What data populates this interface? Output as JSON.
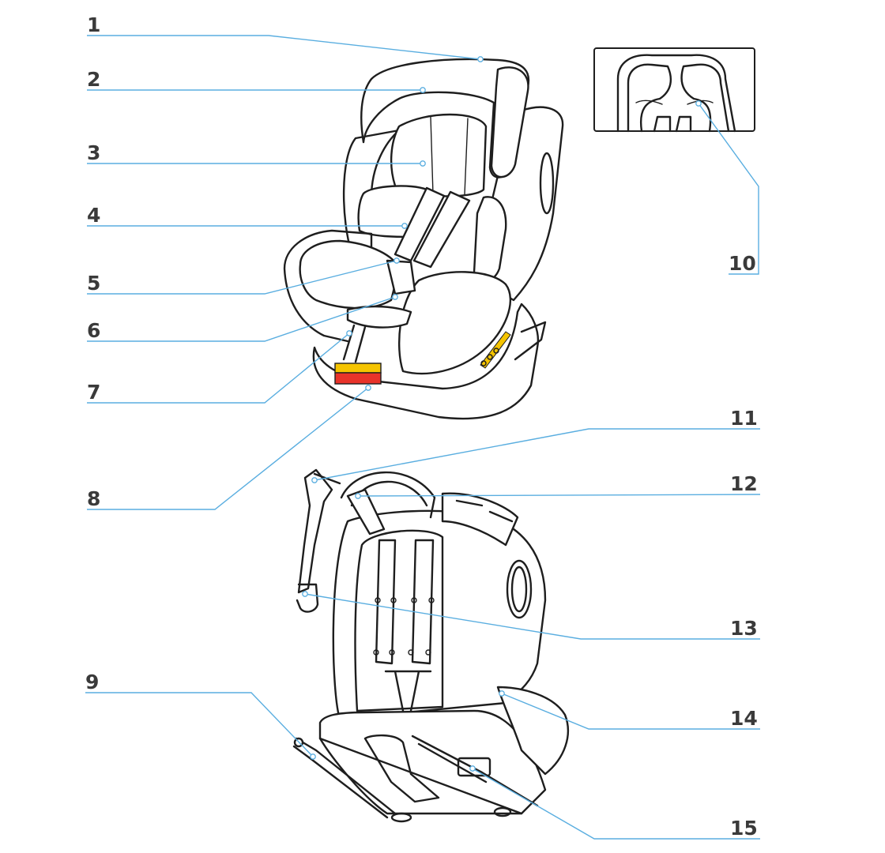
{
  "callouts": [
    {
      "number": "1"
    },
    {
      "number": "2"
    },
    {
      "number": "3"
    },
    {
      "number": "4"
    },
    {
      "number": "5"
    },
    {
      "number": "6"
    },
    {
      "number": "7"
    },
    {
      "number": "8"
    },
    {
      "number": "9"
    },
    {
      "number": "10"
    },
    {
      "number": "11"
    },
    {
      "number": "12"
    },
    {
      "number": "13"
    },
    {
      "number": "14"
    },
    {
      "number": "15"
    }
  ],
  "colors": {
    "leader_line": "#5aaee0",
    "callout_text": "#3a3a3a",
    "line_art": "#1e1e1e",
    "indicator_red": "#e8332a",
    "indicator_yellow": "#f5c400"
  }
}
